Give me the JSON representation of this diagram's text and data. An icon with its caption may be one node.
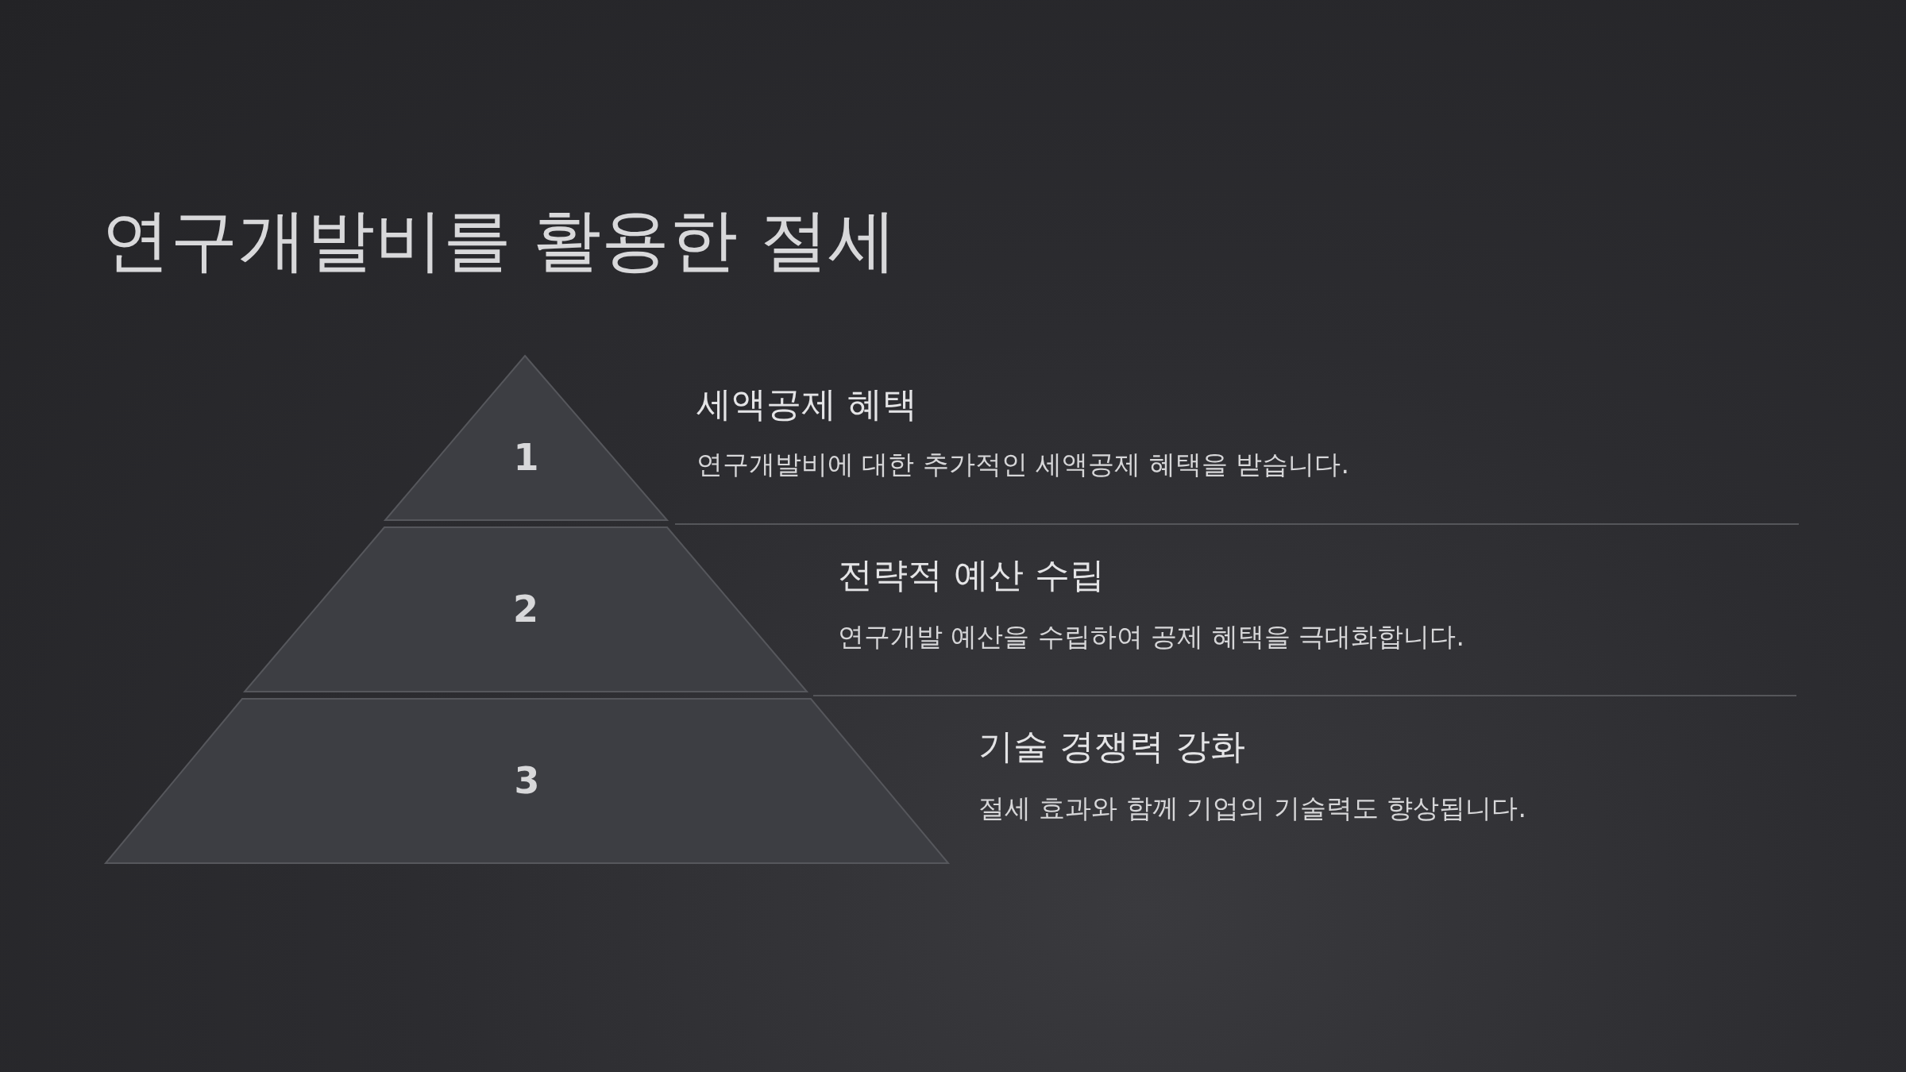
{
  "diagram": {
    "title": "연구개발비를 활용한 절세",
    "nodes": [
      {
        "text": [
          "1"
        ],
        "beside": [
          "세액공제 혜택",
          "연구개발비에 대한 추가적인 세액공제 혜택을 받습니다."
        ]
      },
      {
        "text": [
          "2"
        ],
        "beside": [
          "전략적 예산 수립",
          "연구개발 예산을 수립하여 공제 혜택을 극대화합니다."
        ]
      },
      {
        "text": [
          "3"
        ],
        "beside": [
          "기술 경쟁력 강화",
          "절세 효과와 함께 기업의 기술력도 향상됩니다."
        ]
      }
    ]
  }
}
